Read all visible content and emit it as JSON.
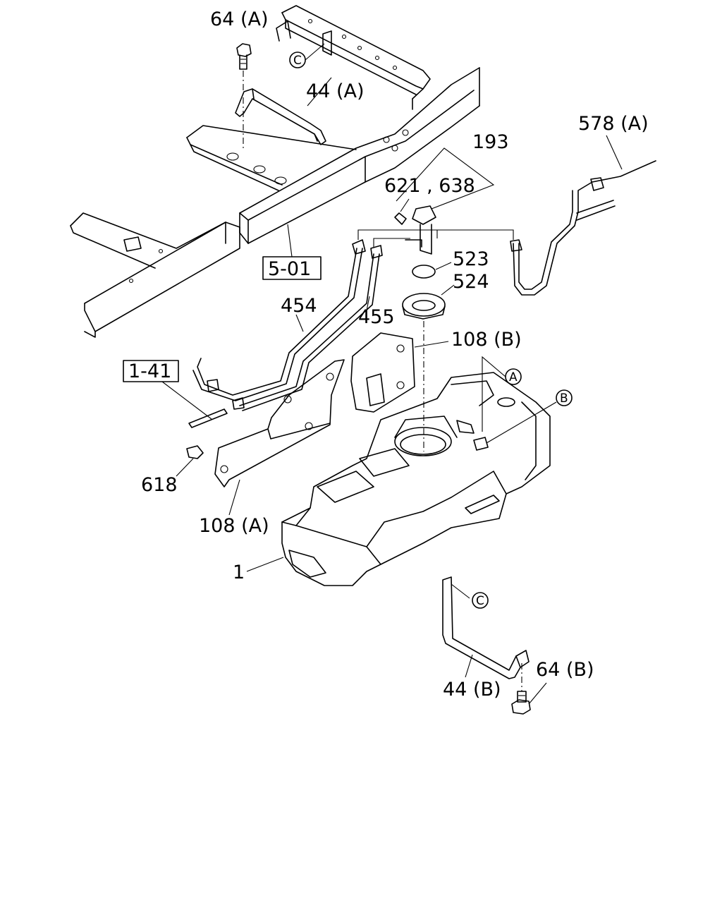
{
  "labels": {
    "bolt_64a": "64 (A)",
    "bracket_44a": "44 (A)",
    "ref_c_top": "C",
    "assy_193": "193",
    "seal_621_638": "621 , 638",
    "pipe_578a": "578 (A)",
    "ref_5_01": "5-01",
    "oring_523": "523",
    "ring_524": "524",
    "pipe_454": "454",
    "pipe_455": "455",
    "shield_108b": "108 (B)",
    "ref_1_41": "1-41",
    "ref_a": "A",
    "ref_b": "B",
    "clip_618": "618",
    "shield_108a": "108 (A)",
    "tank_1": "1",
    "ref_c_bottom": "C",
    "bracket_44b": "44 (B)",
    "bolt_64b": "64 (B)"
  }
}
